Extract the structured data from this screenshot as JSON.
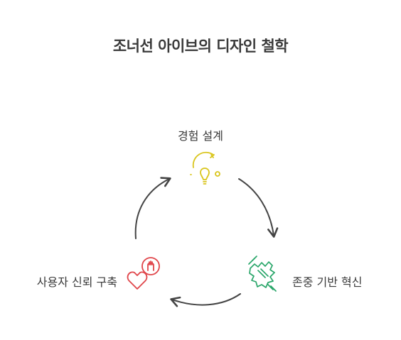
{
  "title": "조너선 아이브의 디자인 철학",
  "nodes": [
    {
      "label": "경험 설계",
      "icon": "lightbulb-icon",
      "color": "#d9c51c"
    },
    {
      "label": "존중 기반 혁신",
      "icon": "handshake-icon",
      "color": "#2aa66a"
    },
    {
      "label": "사용자 신뢰 구축",
      "icon": "heart-hand-icon",
      "color": "#e0454a"
    }
  ],
  "arrow_color": "#444444"
}
